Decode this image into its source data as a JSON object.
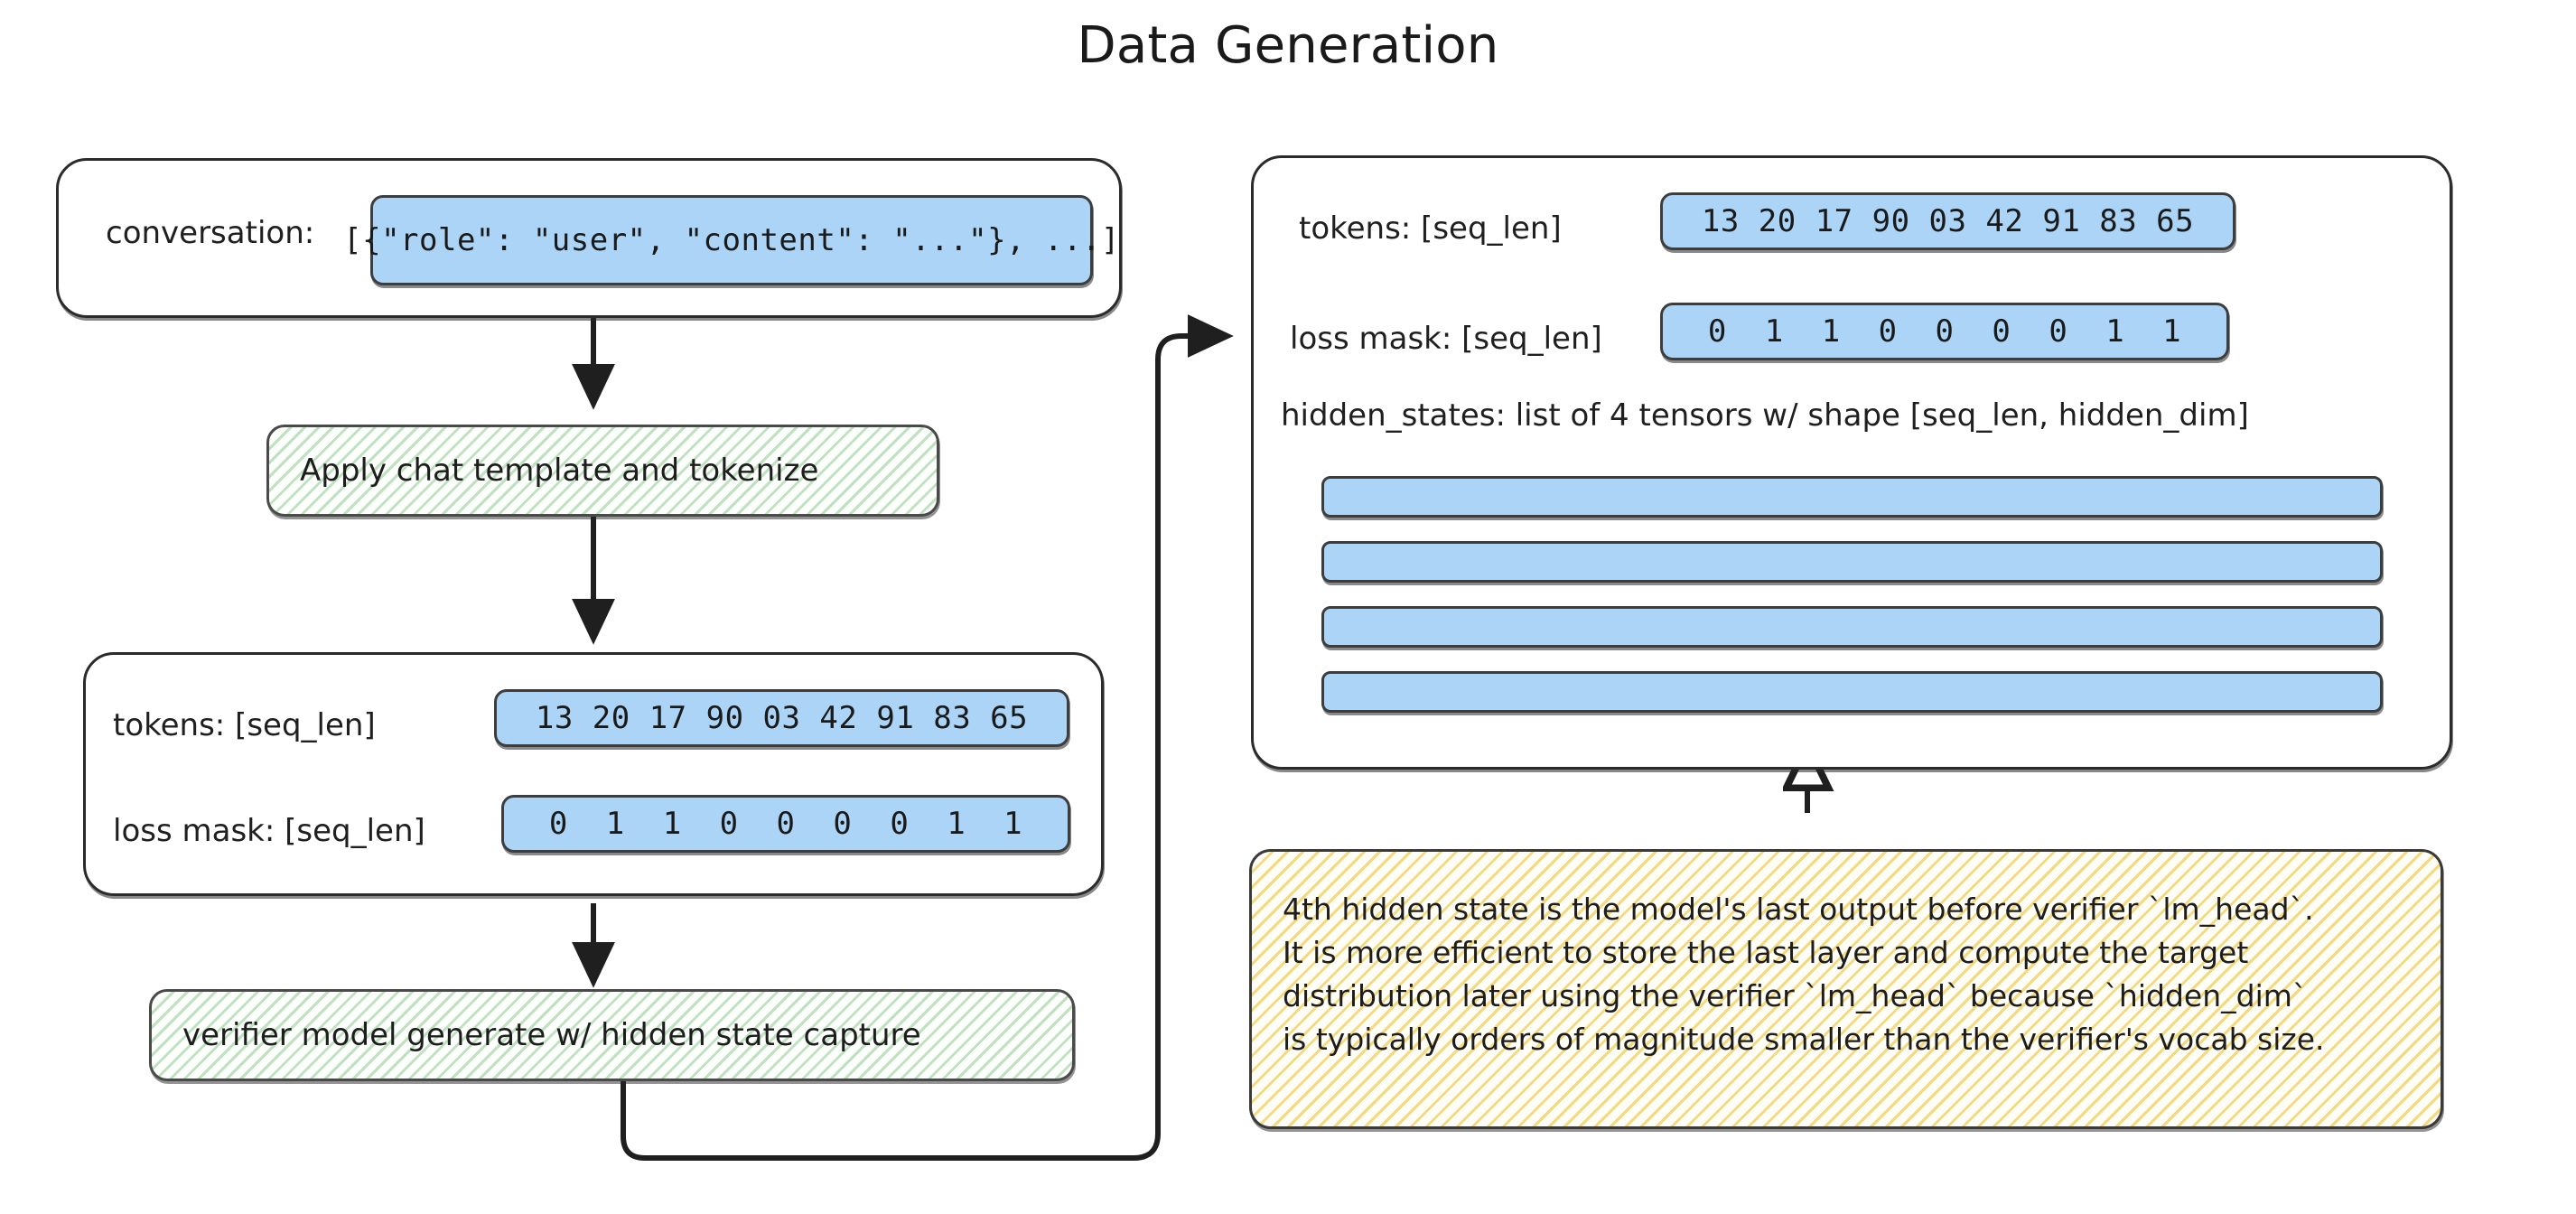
{
  "title": "Data Generation",
  "left_flow": {
    "conversation_panel": {
      "label": "conversation:",
      "value": "[{\"role\": \"user\", \"content\": \"...\"}, ...]"
    },
    "step_tokenize": "Apply chat template and tokenize",
    "tokens_panel": {
      "tokens_label": "tokens: [seq_len]",
      "tokens_value": "13 20 17 90 03 42 91 83 65",
      "loss_mask_label": "loss mask: [seq_len]",
      "loss_mask_value": "0  1  1  0  0  0  0  1  1"
    },
    "step_generate": "verifier model generate w/ hidden state capture"
  },
  "right_panel": {
    "tokens_label": "tokens: [seq_len]",
    "tokens_value": "13 20 17 90 03 42 91 83 65",
    "loss_mask_label": "loss mask: [seq_len]",
    "loss_mask_value": "0  1  1  0  0  0  0  1  1",
    "hidden_states_label": "hidden_states: list of 4 tensors w/ shape [seq_len, hidden_dim]",
    "hidden_state_tensors": [
      "tensor-1",
      "tensor-2",
      "tensor-3",
      "tensor-4"
    ],
    "bracket_open": "[",
    "bracket_close": "]"
  },
  "note": {
    "lines": [
      "4th hidden state is the model's last output before verifier `lm_head`.",
      "It is more efficient to store the last layer and compute the target",
      "distribution later using the verifier `lm_head` because `hidden_dim`",
      "is typically orders of magnitude smaller than the verifier's vocab size."
    ]
  },
  "colors": {
    "blue_fill": "#ABD4F7",
    "green_hatch": "#8DC98D",
    "yellow_hatch": "#F0CD58",
    "stroke": "#2b2b2b",
    "text": "#1f1f1f"
  }
}
